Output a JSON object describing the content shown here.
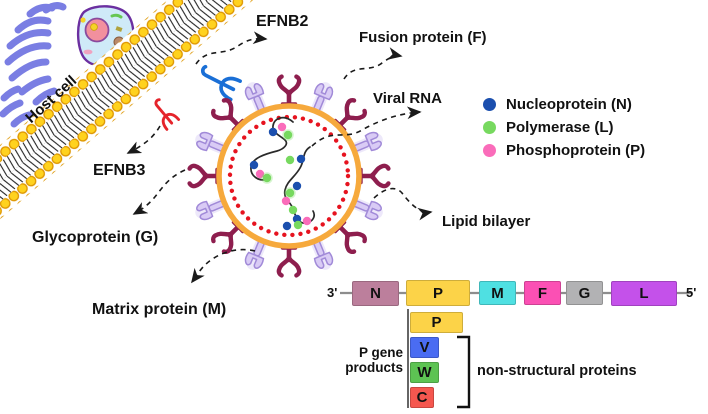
{
  "labels": {
    "host_cell": "Host cell",
    "efnb2": "EFNB2",
    "efnb3": "EFNB3",
    "fusion_protein": "Fusion protein (F)",
    "viral_rna": "Viral RNA",
    "lipid_bilayer": "Lipid bilayer",
    "glycoprotein": "Glycoprotein (G)",
    "matrix_protein": "Matrix protein (M)"
  },
  "legend": {
    "items": [
      {
        "label": "Nucleoprotein (N)",
        "color": "#1b4fae"
      },
      {
        "label": "Polymerase (L)",
        "color": "#77d95f"
      },
      {
        "label": "Phosphoprotein (P)",
        "color": "#fa6cba"
      }
    ]
  },
  "genome": {
    "three_prime": "3'",
    "five_prime": "5'",
    "segments": [
      {
        "label": "N",
        "color": "#bc7f9c"
      },
      {
        "label": "P",
        "color": "#fcd348"
      },
      {
        "label": "M",
        "color": "#4fe0e2"
      },
      {
        "label": "F",
        "color": "#fb50b4"
      },
      {
        "label": "G",
        "color": "#b2b2b4"
      },
      {
        "label": "L",
        "color": "#c451ea"
      }
    ],
    "p_gene": {
      "label": "P gene products",
      "products": [
        {
          "label": "P",
          "color": "#fcd348"
        },
        {
          "label": "V",
          "color": "#4a6cf2"
        },
        {
          "label": "W",
          "color": "#5dc353"
        },
        {
          "label": "C",
          "color": "#f5574f"
        }
      ],
      "bracket_label": "non-structural proteins"
    }
  },
  "colors": {
    "nucleoprotein": "#1b4fae",
    "polymerase": "#77d95f",
    "phosphoprotein": "#fa6cba",
    "virus_envelope": "#f6a93c",
    "inner_dot_ring": "#e6131f",
    "spike_glycoprotein": "#8e1e4e",
    "spike_fusion": "#d9cbf5",
    "receptor_efnb2": "#1a6fd6",
    "receptor_efnb3": "#e5242b",
    "membrane_bead": "#ffd21e"
  }
}
